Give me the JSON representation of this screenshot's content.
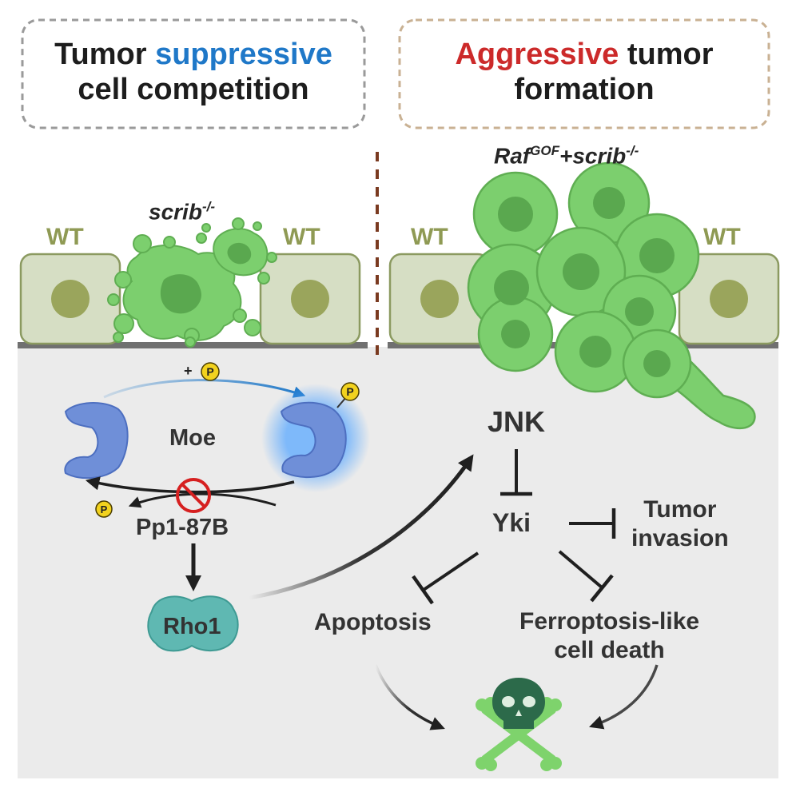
{
  "left_panel": {
    "title_part1": "Tumor ",
    "title_highlight": "suppressive",
    "title_line2": "cell competition",
    "genotype_base": "scrib",
    "genotype_sup": "-/-",
    "wt_left": "WT",
    "wt_right": "WT"
  },
  "right_panel": {
    "title_highlight": "Aggressive",
    "title_part1": " tumor",
    "title_line2": "formation",
    "genotype_base": "Raf",
    "genotype_sup1": "GOF",
    "genotype_mid": "+scrib",
    "genotype_sup2": "-/-",
    "wt_left": "WT",
    "wt_right": "WT"
  },
  "pathway": {
    "phospho_label": "+",
    "phospho_symbol": "P",
    "moe": "Moe",
    "pp1": "Pp1-87B",
    "rho1": "Rho1",
    "jnk": "JNK",
    "yki": "Yki",
    "tumor_invasion_line1": "Tumor",
    "tumor_invasion_line2": "invasion",
    "apoptosis": "Apoptosis",
    "ferroptosis_line1": "Ferroptosis-like",
    "ferroptosis_line2": "cell death"
  },
  "colors": {
    "suppressive": "#1f78c8",
    "aggressive": "#cc2a2a",
    "wt_label": "#8f9a54",
    "tumor_cell": "#7ccf6e",
    "wt_cell": "#d6dec4",
    "moe_protein": "#6f8fd8",
    "rho1_protein": "#5fb8b2",
    "skull": "#2c6a4a",
    "crossbones": "#7ed36c",
    "phospho": "#f2d21e",
    "background_panel": "#ebebeb"
  }
}
